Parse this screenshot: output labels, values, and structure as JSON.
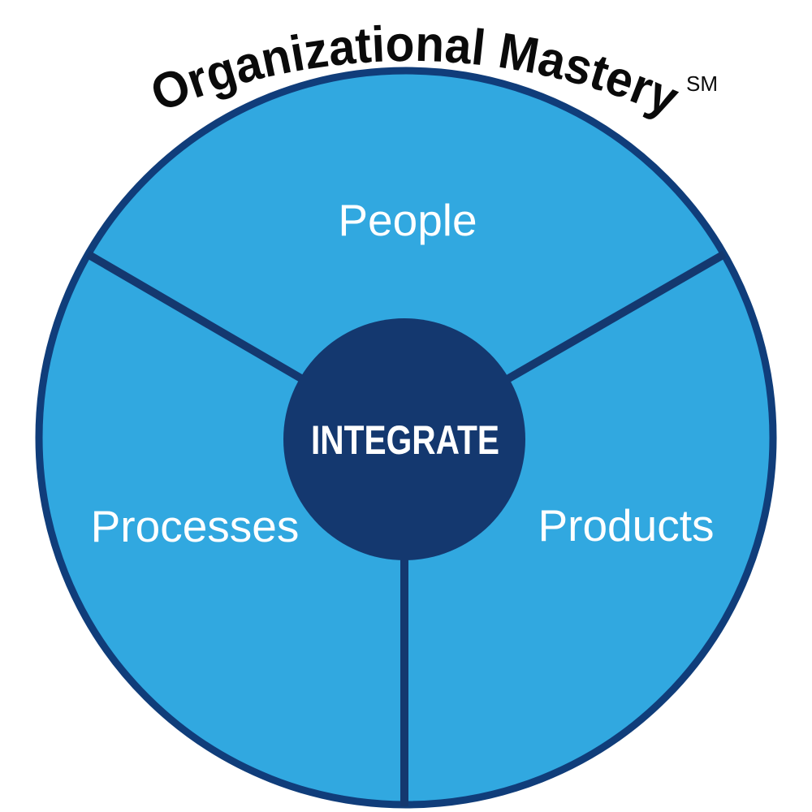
{
  "title": {
    "text": "Organizational Mastery",
    "trademark": "SM"
  },
  "diagram": {
    "center_label": "INTEGRATE",
    "segments": [
      {
        "label": "People"
      },
      {
        "label": "Processes"
      },
      {
        "label": "Products"
      }
    ]
  },
  "colors": {
    "segment_fill": "#31a8e0",
    "ring_stroke": "#103d7a",
    "navy": "#14386f",
    "label_text": "#ffffff",
    "title_text": "#0a0a0a",
    "background": "#ffffff"
  }
}
